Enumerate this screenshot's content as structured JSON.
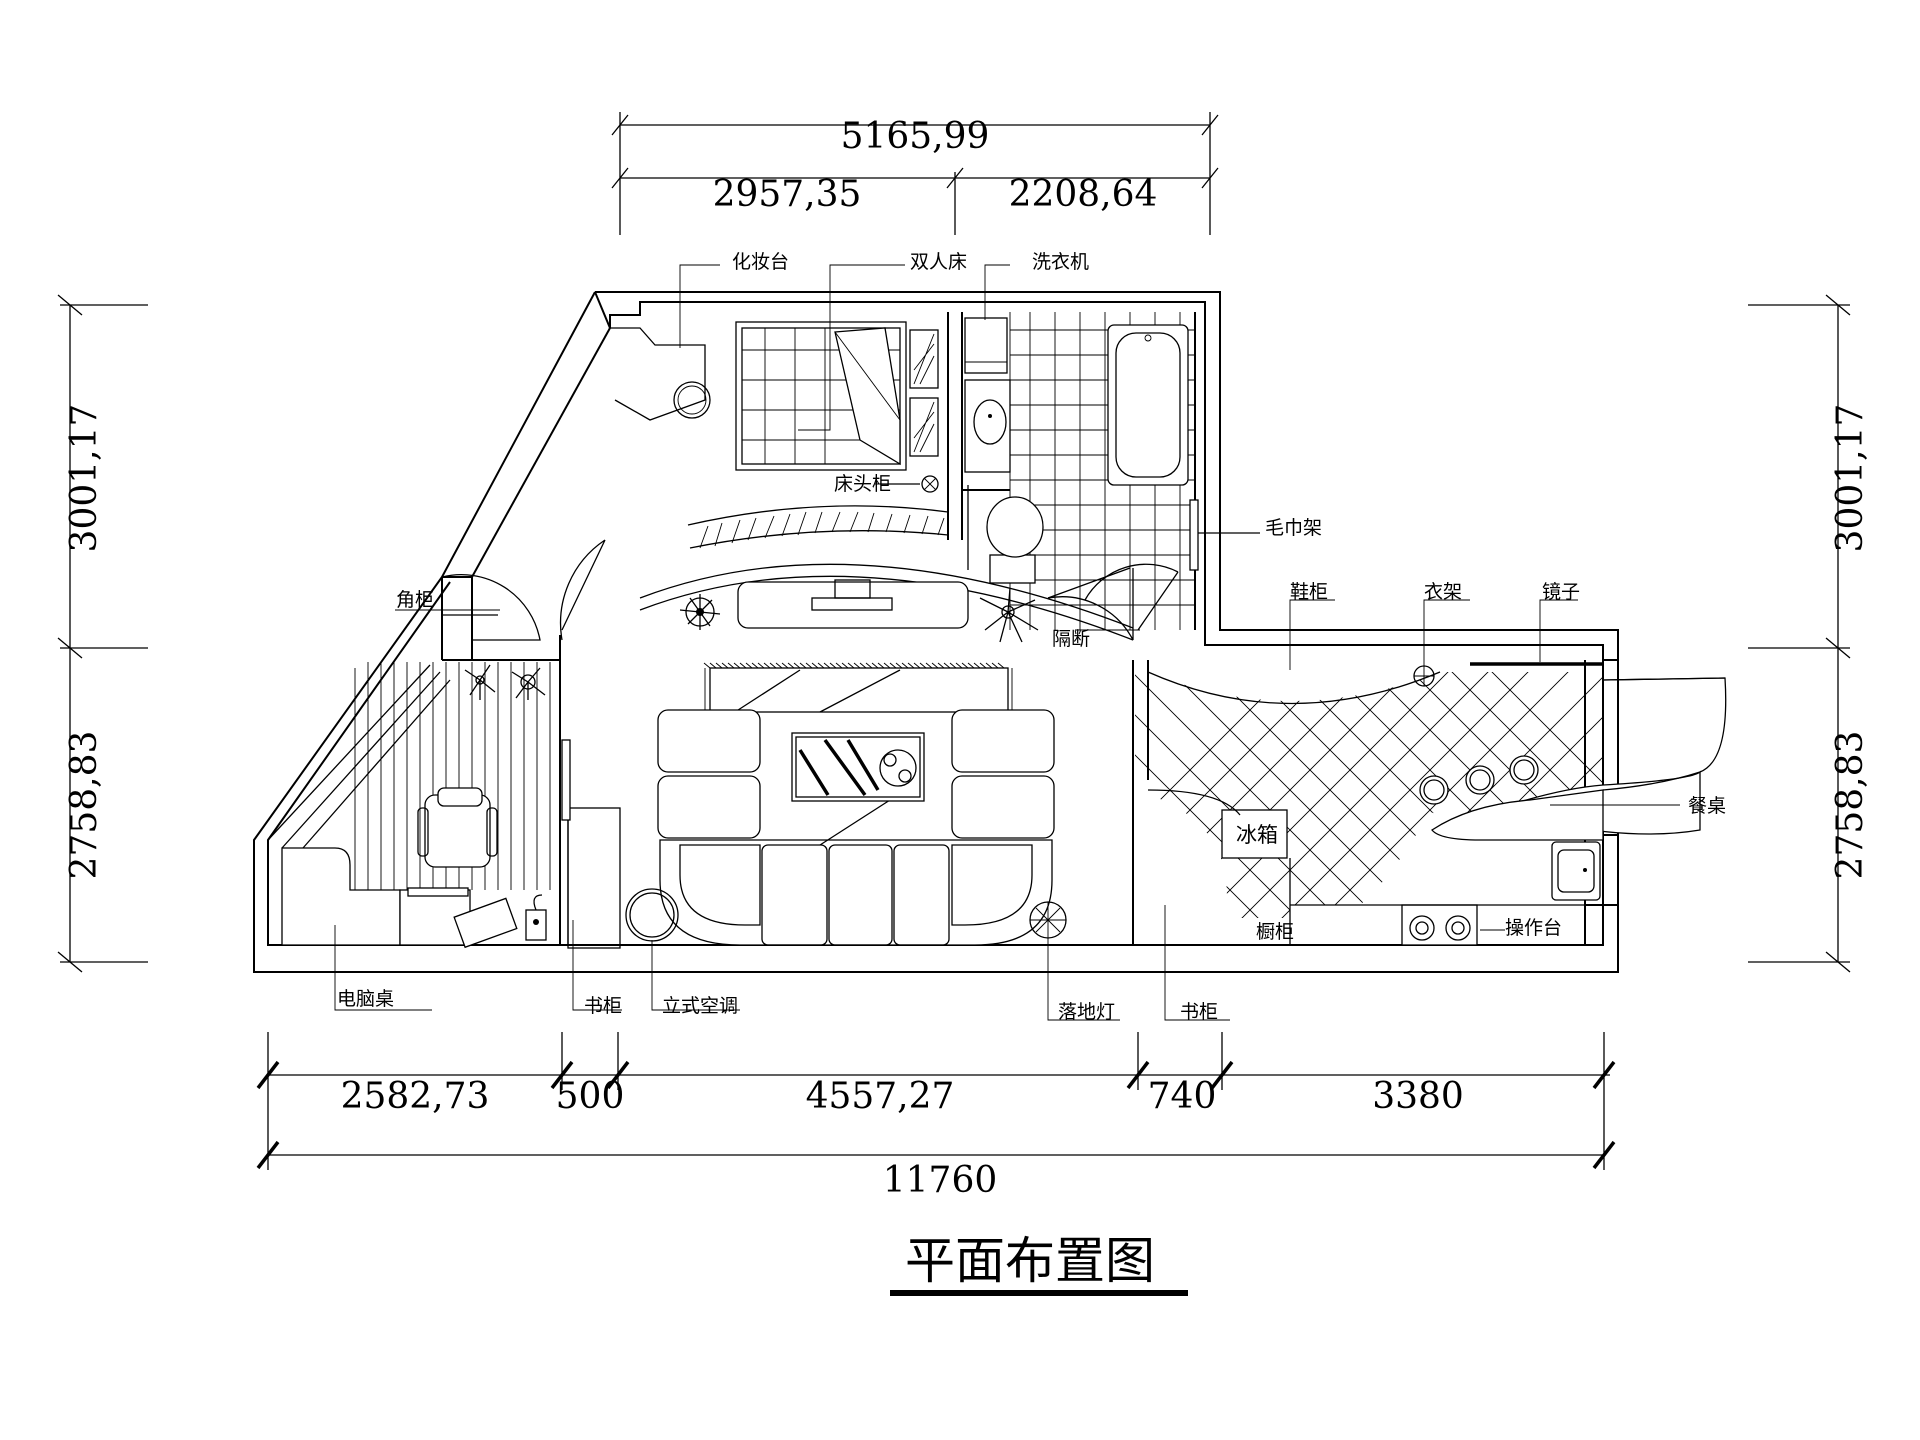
{
  "title": "平面布置图",
  "dimensions": {
    "top_total": "5165,99",
    "top_left": "2957,35",
    "top_right": "2208,64",
    "left_upper": "3001,17",
    "left_lower": "2758,83",
    "right_upper": "3001,17",
    "right_lower": "2758,83",
    "bottom_1": "2582,73",
    "bottom_2": "500",
    "bottom_3": "4557,27",
    "bottom_4": "740",
    "bottom_5": "3380",
    "bottom_total": "11760"
  },
  "labels": {
    "dressing_table": "化妆台",
    "double_bed": "双人床",
    "washing_machine": "洗衣机",
    "nightstand": "床头柜",
    "towel_rack": "毛巾架",
    "corner_cabinet": "角柜",
    "partition": "隔断",
    "shoe_cabinet": "鞋柜",
    "coat_rack": "衣架",
    "mirror": "镜子",
    "dining_table": "餐桌",
    "fridge": "冰箱",
    "cupboard": "橱柜",
    "counter": "操作台",
    "computer_desk": "电脑桌",
    "bookcase_left": "书柜",
    "air_conditioner": "立式空调",
    "floor_lamp": "落地灯",
    "bookcase_right": "书柜"
  }
}
